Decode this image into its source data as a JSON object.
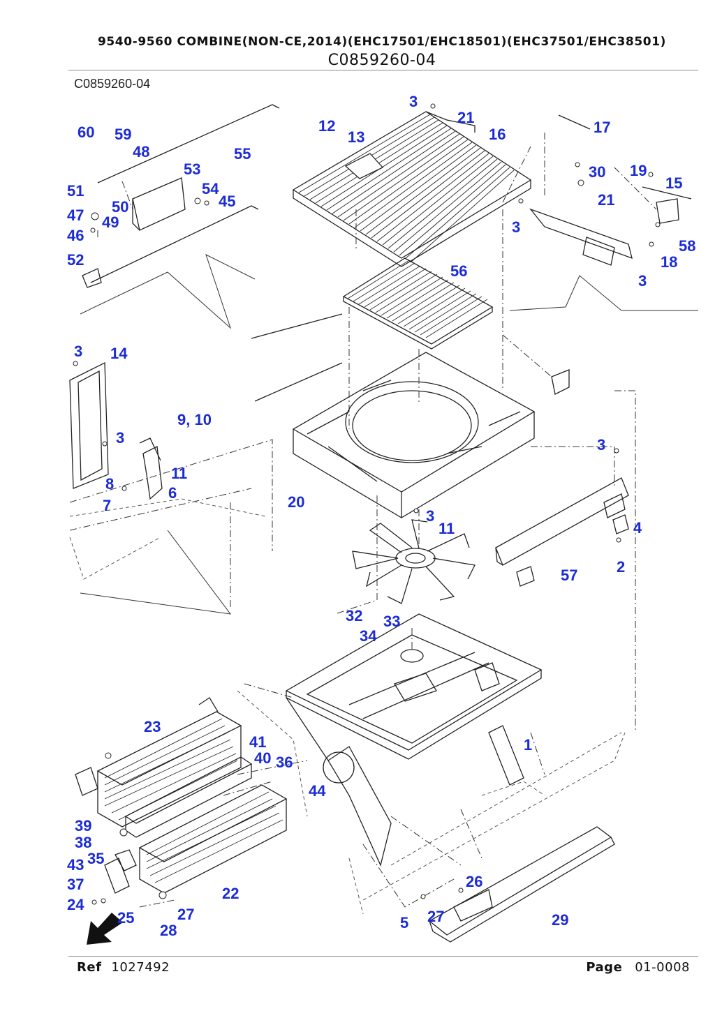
{
  "header": {
    "title": "9540-9560 COMBINE(NON-CE,2014)(EHC17501/EHC18501)(EHC37501/EHC38501)",
    "subtitle": "C0859260-04"
  },
  "drawing_code": "C0859260-04",
  "callout_color": "#1b2bd6",
  "callouts": [
    "3",
    "21",
    "12",
    "13",
    "16",
    "17",
    "60",
    "59",
    "48",
    "55",
    "53",
    "30",
    "19",
    "15",
    "51",
    "50",
    "54",
    "45",
    "21",
    "47",
    "49",
    "46",
    "52",
    "3",
    "58",
    "18",
    "3",
    "56",
    "3",
    "14",
    "9, 10",
    "11",
    "3",
    "8",
    "6",
    "7",
    "20",
    "3",
    "3",
    "11",
    "4",
    "2",
    "57",
    "32",
    "33",
    "34",
    "23",
    "41",
    "40",
    "36",
    "44",
    "1",
    "39",
    "38",
    "35",
    "43",
    "37",
    "24",
    "25",
    "22",
    "26",
    "27",
    "5",
    "27",
    "28",
    "29"
  ],
  "footer": {
    "ref_label": "Ref",
    "ref_number": "1027492",
    "page_label": "Page",
    "page_number": "01-0008"
  }
}
